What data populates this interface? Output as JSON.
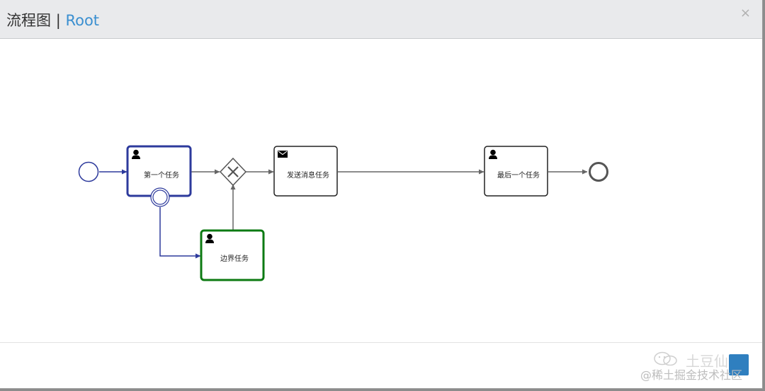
{
  "header": {
    "title": "流程图",
    "separator": "|",
    "subtitle": "Root",
    "close_label": "×"
  },
  "diagram": {
    "start_event": {
      "type": "start"
    },
    "boundary_event": {
      "type": "boundary",
      "attached_to": "task1"
    },
    "end_event": {
      "type": "end"
    },
    "gateway": {
      "type": "exclusive",
      "icon": "x-icon"
    },
    "tasks": [
      {
        "id": "task1",
        "label": "第一个任务",
        "icon": "user-icon",
        "state": "active",
        "color": "#2d3a9c"
      },
      {
        "id": "task2",
        "label": "发送消息任务",
        "icon": "envelope-icon",
        "state": "normal",
        "color": "#222222"
      },
      {
        "id": "task3",
        "label": "最后一个任务",
        "icon": "user-icon",
        "state": "normal",
        "color": "#222222"
      },
      {
        "id": "task4",
        "label": "边界任务",
        "icon": "user-icon",
        "state": "completed",
        "color": "#0c7a12"
      }
    ],
    "flows": [
      {
        "from": "start",
        "to": "task1"
      },
      {
        "from": "task1",
        "to": "gateway"
      },
      {
        "from": "gateway",
        "to": "task2"
      },
      {
        "from": "task2",
        "to": "task3"
      },
      {
        "from": "task3",
        "to": "end"
      },
      {
        "from": "boundary",
        "to": "task4"
      },
      {
        "from": "task4",
        "to": "gateway"
      }
    ]
  },
  "colors": {
    "active": "#2d3a9c",
    "completed": "#0c7a12",
    "default_stroke": "#222222",
    "flow": "#666666",
    "primary_button": "#2f7fbf",
    "link": "#3a8fd0"
  },
  "watermark": {
    "name": "土豆仙",
    "sub": "@稀土掘金技术社区"
  }
}
